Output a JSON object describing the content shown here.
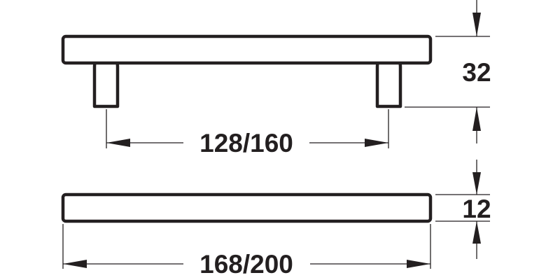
{
  "dimensions": {
    "hole_spacing": "128/160",
    "overall_length": "168/200",
    "projection": "32",
    "bar_diameter": "12"
  },
  "colors": {
    "line": "#231f20",
    "background": "#ffffff"
  }
}
